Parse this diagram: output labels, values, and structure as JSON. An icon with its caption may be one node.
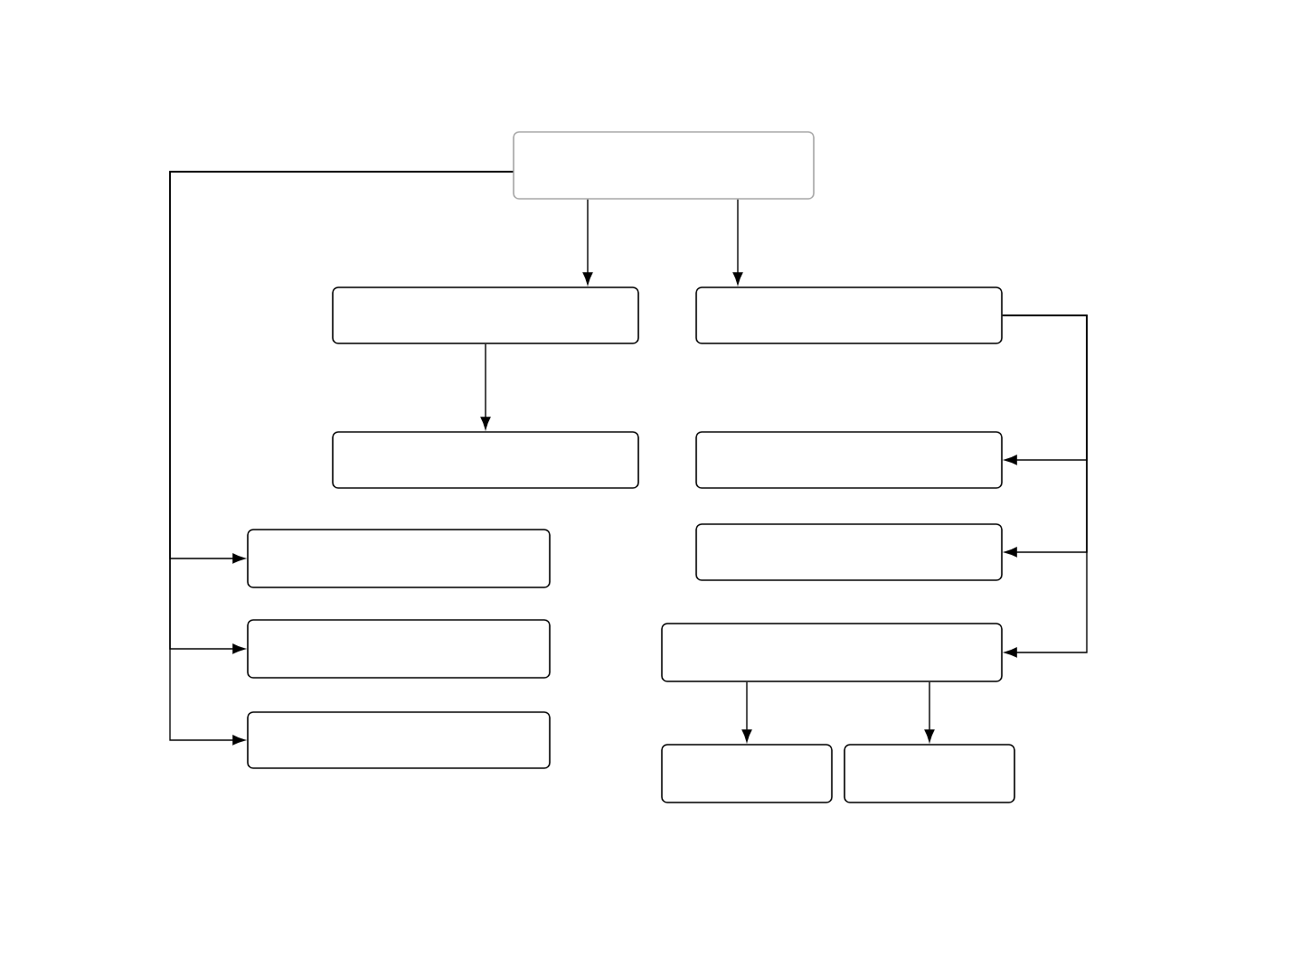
{
  "diagram": {
    "nodes": [
      {
        "text": [],
        "shape": "box"
      },
      {
        "text": [],
        "shape": "box"
      },
      {
        "text": [],
        "shape": "box"
      },
      {
        "text": [],
        "shape": "box"
      },
      {
        "text": [],
        "shape": "box"
      },
      {
        "text": [],
        "shape": "box"
      },
      {
        "text": [],
        "shape": "box"
      },
      {
        "text": [],
        "shape": "box"
      },
      {
        "text": [],
        "shape": "box"
      },
      {
        "text": [],
        "shape": "box"
      },
      {
        "text": [],
        "shape": "box"
      },
      {
        "text": [],
        "shape": "box"
      }
    ],
    "edges": [
      {
        "from": 0,
        "to": 1,
        "arrow": "to"
      },
      {
        "from": 0,
        "to": 2,
        "arrow": "to"
      },
      {
        "from": 1,
        "to": 3,
        "arrow": "to"
      },
      {
        "from": 0,
        "to": 5,
        "arrow": "to"
      },
      {
        "from": 0,
        "to": 7,
        "arrow": "to"
      },
      {
        "from": 0,
        "to": 9,
        "arrow": "to"
      },
      {
        "from": 2,
        "to": 4,
        "arrow": "to"
      },
      {
        "from": 2,
        "to": 6,
        "arrow": "to"
      },
      {
        "from": 2,
        "to": 8,
        "arrow": "to"
      },
      {
        "from": 8,
        "to": 10,
        "arrow": "to"
      },
      {
        "from": 8,
        "to": 11,
        "arrow": "to"
      }
    ]
  }
}
